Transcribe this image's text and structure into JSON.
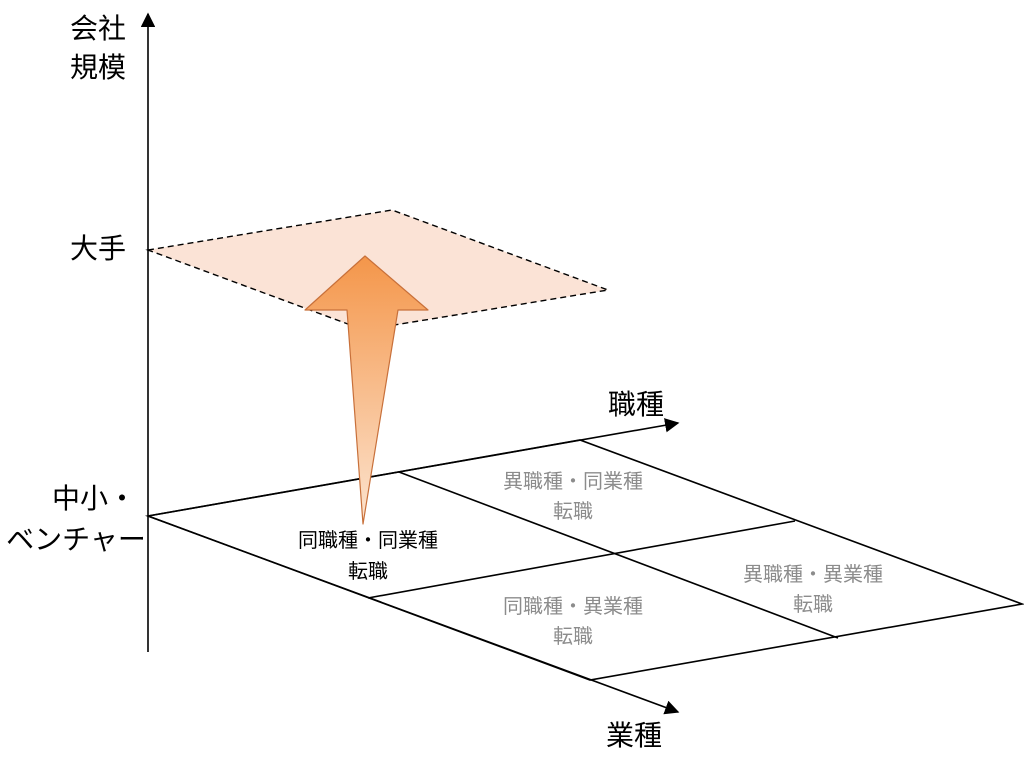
{
  "axes": {
    "company_size": {
      "label_line1": "会社",
      "label_line2": "規模"
    },
    "large_company": "大手",
    "small_venture": {
      "line1": "中小・",
      "line2": "ベンチャー"
    },
    "job_type": "職種",
    "industry": "業種"
  },
  "cells": {
    "same_job_same_industry": {
      "line1": "同職種・同業種",
      "line2": "転職"
    },
    "diff_job_same_industry": {
      "line1": "異職種・同業種",
      "line2": "転職"
    },
    "same_job_diff_industry": {
      "line1": "同職種・異業種",
      "line2": "転職"
    },
    "diff_job_diff_industry": {
      "line1": "異職種・異業種",
      "line2": "転職"
    }
  },
  "colors": {
    "upper_plane_fill": "#fbe3d6",
    "arrow_top": "#f4964a",
    "arrow_bottom": "#fce4d0",
    "arrow_stroke": "#c8703a",
    "gray_text": "#8c8c8c"
  }
}
